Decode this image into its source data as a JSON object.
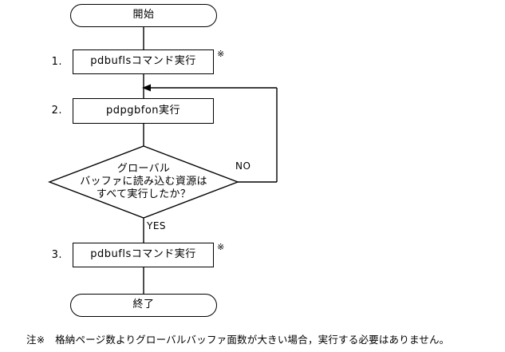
{
  "diagram": {
    "type": "flowchart",
    "title": "",
    "nodes": [
      {
        "id": "start",
        "shape": "terminator",
        "label": "開始"
      },
      {
        "id": "step1",
        "shape": "process",
        "label": "pdbuflsコマンド実行",
        "step": "1.",
        "note": "※"
      },
      {
        "id": "step2",
        "shape": "process",
        "label": "pdpgbfon実行",
        "step": "2.",
        "note": ""
      },
      {
        "id": "decision",
        "shape": "diamond",
        "label_lines": [
          "グローバル",
          "バッファに読み込む資源は",
          "すべて実行したか？"
        ]
      },
      {
        "id": "step3",
        "shape": "process",
        "label": "pdbuflsコマンド実行",
        "step": "3.",
        "note": "※"
      },
      {
        "id": "end",
        "shape": "terminator",
        "label": "終了"
      }
    ],
    "edge_labels": {
      "no": "NO",
      "yes": "YES"
    },
    "footnote": "注※　格納ページ数よりグローバルバッファ面数が大きい場合，実行する必要はありません。",
    "colors": {
      "stroke": "#000000",
      "background": "#ffffff",
      "text": "#000000"
    }
  }
}
